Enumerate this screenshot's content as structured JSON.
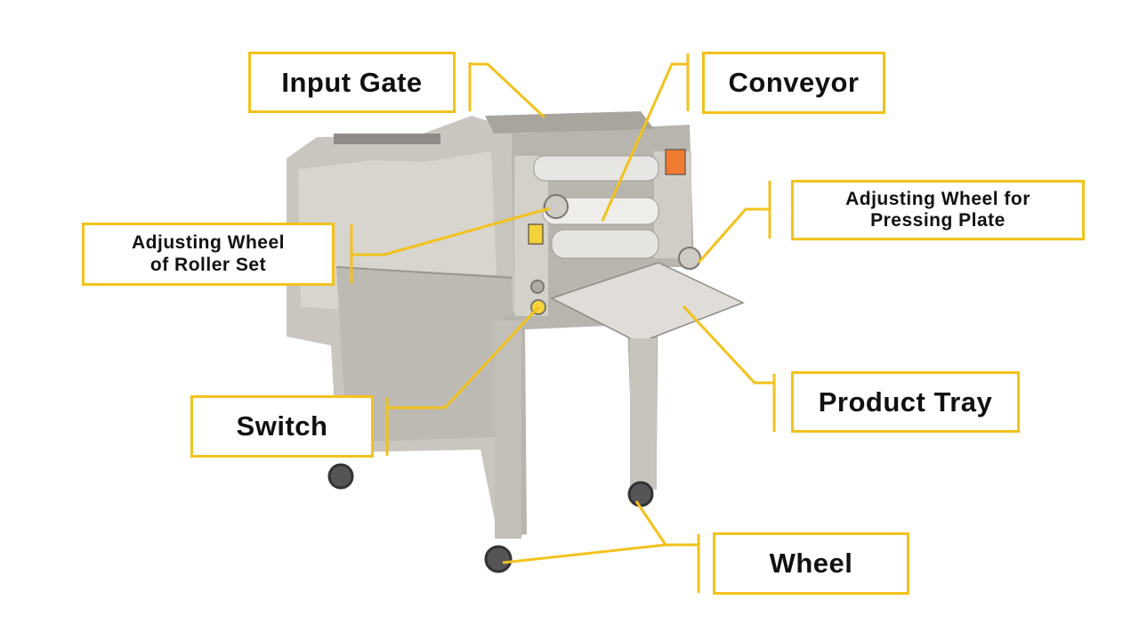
{
  "colors": {
    "callout": "#f2c21b",
    "steel_light": "#d9d6d1",
    "steel_mid": "#bdb9b3",
    "steel_dark": "#8f8b86",
    "roller": "#e8e6e2"
  },
  "labels": {
    "input_gate": "Input Gate",
    "conveyor": "Conveyor",
    "adjusting_wheel_pressing_plate": "Adjusting Wheel for\nPressing Plate",
    "adjusting_wheel_roller_set": "Adjusting Wheel\nof Roller Set",
    "product_tray": "Product Tray",
    "switch": "Switch",
    "wheel": "Wheel"
  }
}
